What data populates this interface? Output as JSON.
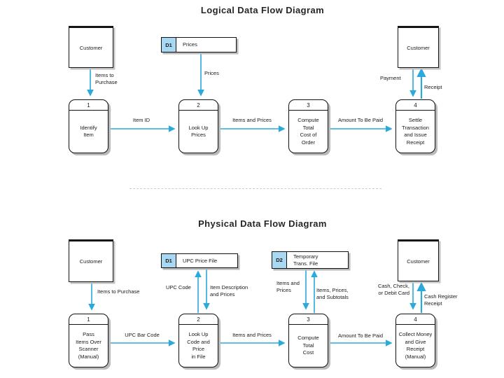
{
  "colors": {
    "arrow": "#2aa9da",
    "store_tag_fill": "#a9d9f2",
    "shadow": "#b9b9b9"
  },
  "logical": {
    "title": "Logical Data Flow Diagram",
    "entities": {
      "customer_left": "Customer",
      "customer_right": "Customer"
    },
    "data_stores": [
      {
        "tag": "D1",
        "name": "Prices"
      }
    ],
    "processes": [
      {
        "number": "1",
        "name": "Identify\nItem"
      },
      {
        "number": "2",
        "name": "Look Up\nPrices"
      },
      {
        "number": "3",
        "name": "Compute\nTotal\nCost of\nOrder"
      },
      {
        "number": "4",
        "name": "Settle\nTransaction\nand Issue\nReceipt"
      }
    ],
    "flows": {
      "items_to_purchase": "Items to\nPurchase",
      "prices": "Prices",
      "item_id": "Item ID",
      "items_and_prices": "Items and Prices",
      "amount_to_be_paid": "Amount To Be Paid",
      "payment": "Payment",
      "receipt": "Receipt"
    }
  },
  "physical": {
    "title": "Physical Data Flow Diagram",
    "entities": {
      "customer_left": "Customer",
      "customer_right": "Customer"
    },
    "data_stores": [
      {
        "tag": "D1",
        "name": "UPC Price File"
      },
      {
        "tag": "D2",
        "name": "Temporary\nTrans. File"
      }
    ],
    "processes": [
      {
        "number": "1",
        "name": "Pass\nItems Over\nScanner\n(Manual)"
      },
      {
        "number": "2",
        "name": "Look Up\nCode and\nPrice\nin File"
      },
      {
        "number": "3",
        "name": "Compute\nTotal\nCost"
      },
      {
        "number": "4",
        "name": "Collect Money\nand Give\nReceipt\n(Manual)"
      }
    ],
    "flows": {
      "items_to_purchase": "Items to Purchase",
      "upc_code": "UPC Code",
      "item_description_and_prices": "Item Description\nand Prices",
      "items_and_prices_store": "Items and\nPrices",
      "items_prices_and_subtotals": "Items, Prices,\nand Subtotals",
      "cash_check_or_debit_card": "Cash, Check,\nor Debit Card",
      "cash_register_receipt": "Cash Register\nReceipt",
      "upc_bar_code": "UPC Bar Code",
      "items_and_prices": "Items and Prices",
      "amount_to_be_paid": "Amount To Be Paid"
    }
  }
}
